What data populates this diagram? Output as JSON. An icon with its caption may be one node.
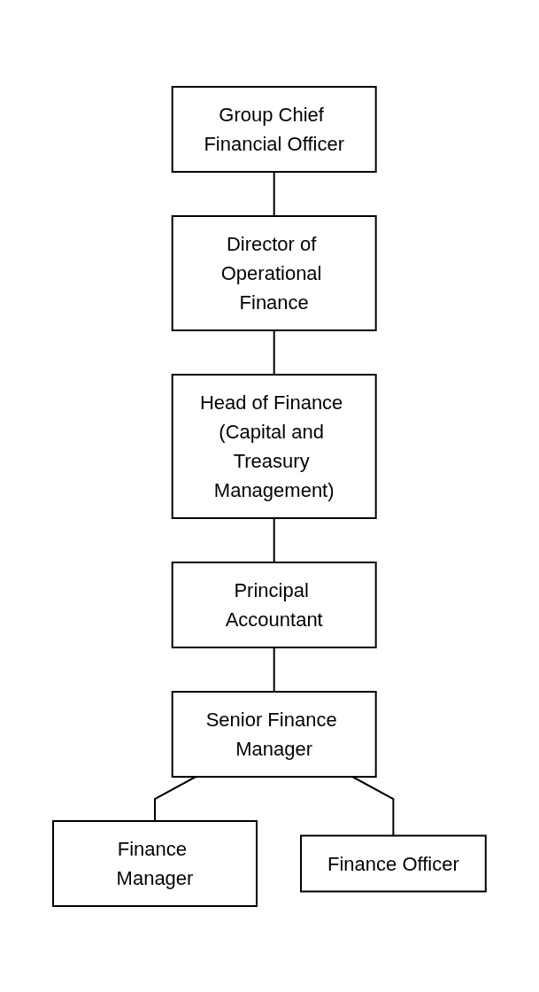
{
  "diagram": {
    "nodes": [
      {
        "text": [
          "Group Chief Financial Officer"
        ]
      },
      {
        "text": [
          "Director of Operational Finance"
        ]
      },
      {
        "text": [
          "Head of Finance (Capital and Treasury Management)"
        ]
      },
      {
        "text": [
          "Principal Accountant"
        ]
      },
      {
        "text": [
          "Senior Finance Manager"
        ]
      },
      {
        "text": [
          "Finance Manager"
        ]
      },
      {
        "text": [
          "Finance Officer"
        ]
      }
    ],
    "edges": [
      {
        "from": 0,
        "to": 1,
        "arrow": "none"
      },
      {
        "from": 1,
        "to": 2,
        "arrow": "none"
      },
      {
        "from": 2,
        "to": 3,
        "arrow": "none"
      },
      {
        "from": 3,
        "to": 4,
        "arrow": "none"
      },
      {
        "from": 4,
        "to": 5,
        "arrow": "none"
      },
      {
        "from": 4,
        "to": 6,
        "arrow": "none"
      }
    ]
  }
}
